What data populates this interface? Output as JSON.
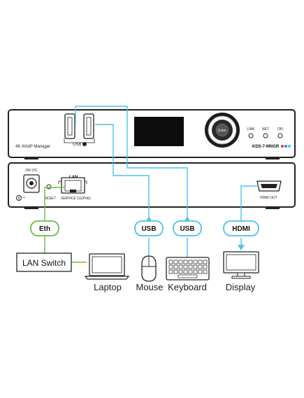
{
  "front_panel": {
    "model_label": "4K AVoIP Manager",
    "usb_label": "USB",
    "enter_label": "Enter",
    "led_labels": [
      "LINK",
      "NET",
      "ON"
    ],
    "product_code": "KDS-7-MNGR"
  },
  "rear_panel": {
    "power_label": "24V DC",
    "lan_label": "LAN",
    "reset_label": "RESET",
    "service_label": "SERVICE 1G(PoE)",
    "hdmi_out_label": "HDMI OUT"
  },
  "connectors": {
    "eth": "Eth",
    "usb_mouse": "USB",
    "usb_keyboard": "USB",
    "hdmi": "HDMI"
  },
  "devices": {
    "lan_switch": "LAN Switch",
    "laptop": "Laptop",
    "mouse": "Mouse",
    "keyboard": "Keyboard",
    "display": "Display"
  },
  "colors": {
    "eth_cable": "#6dbb45",
    "usb_cable": "#4cc3e6",
    "hdmi_cable": "#4cc3e6",
    "brand_dots": [
      "#e53935",
      "#1e88e5",
      "#4cc3e6"
    ]
  }
}
